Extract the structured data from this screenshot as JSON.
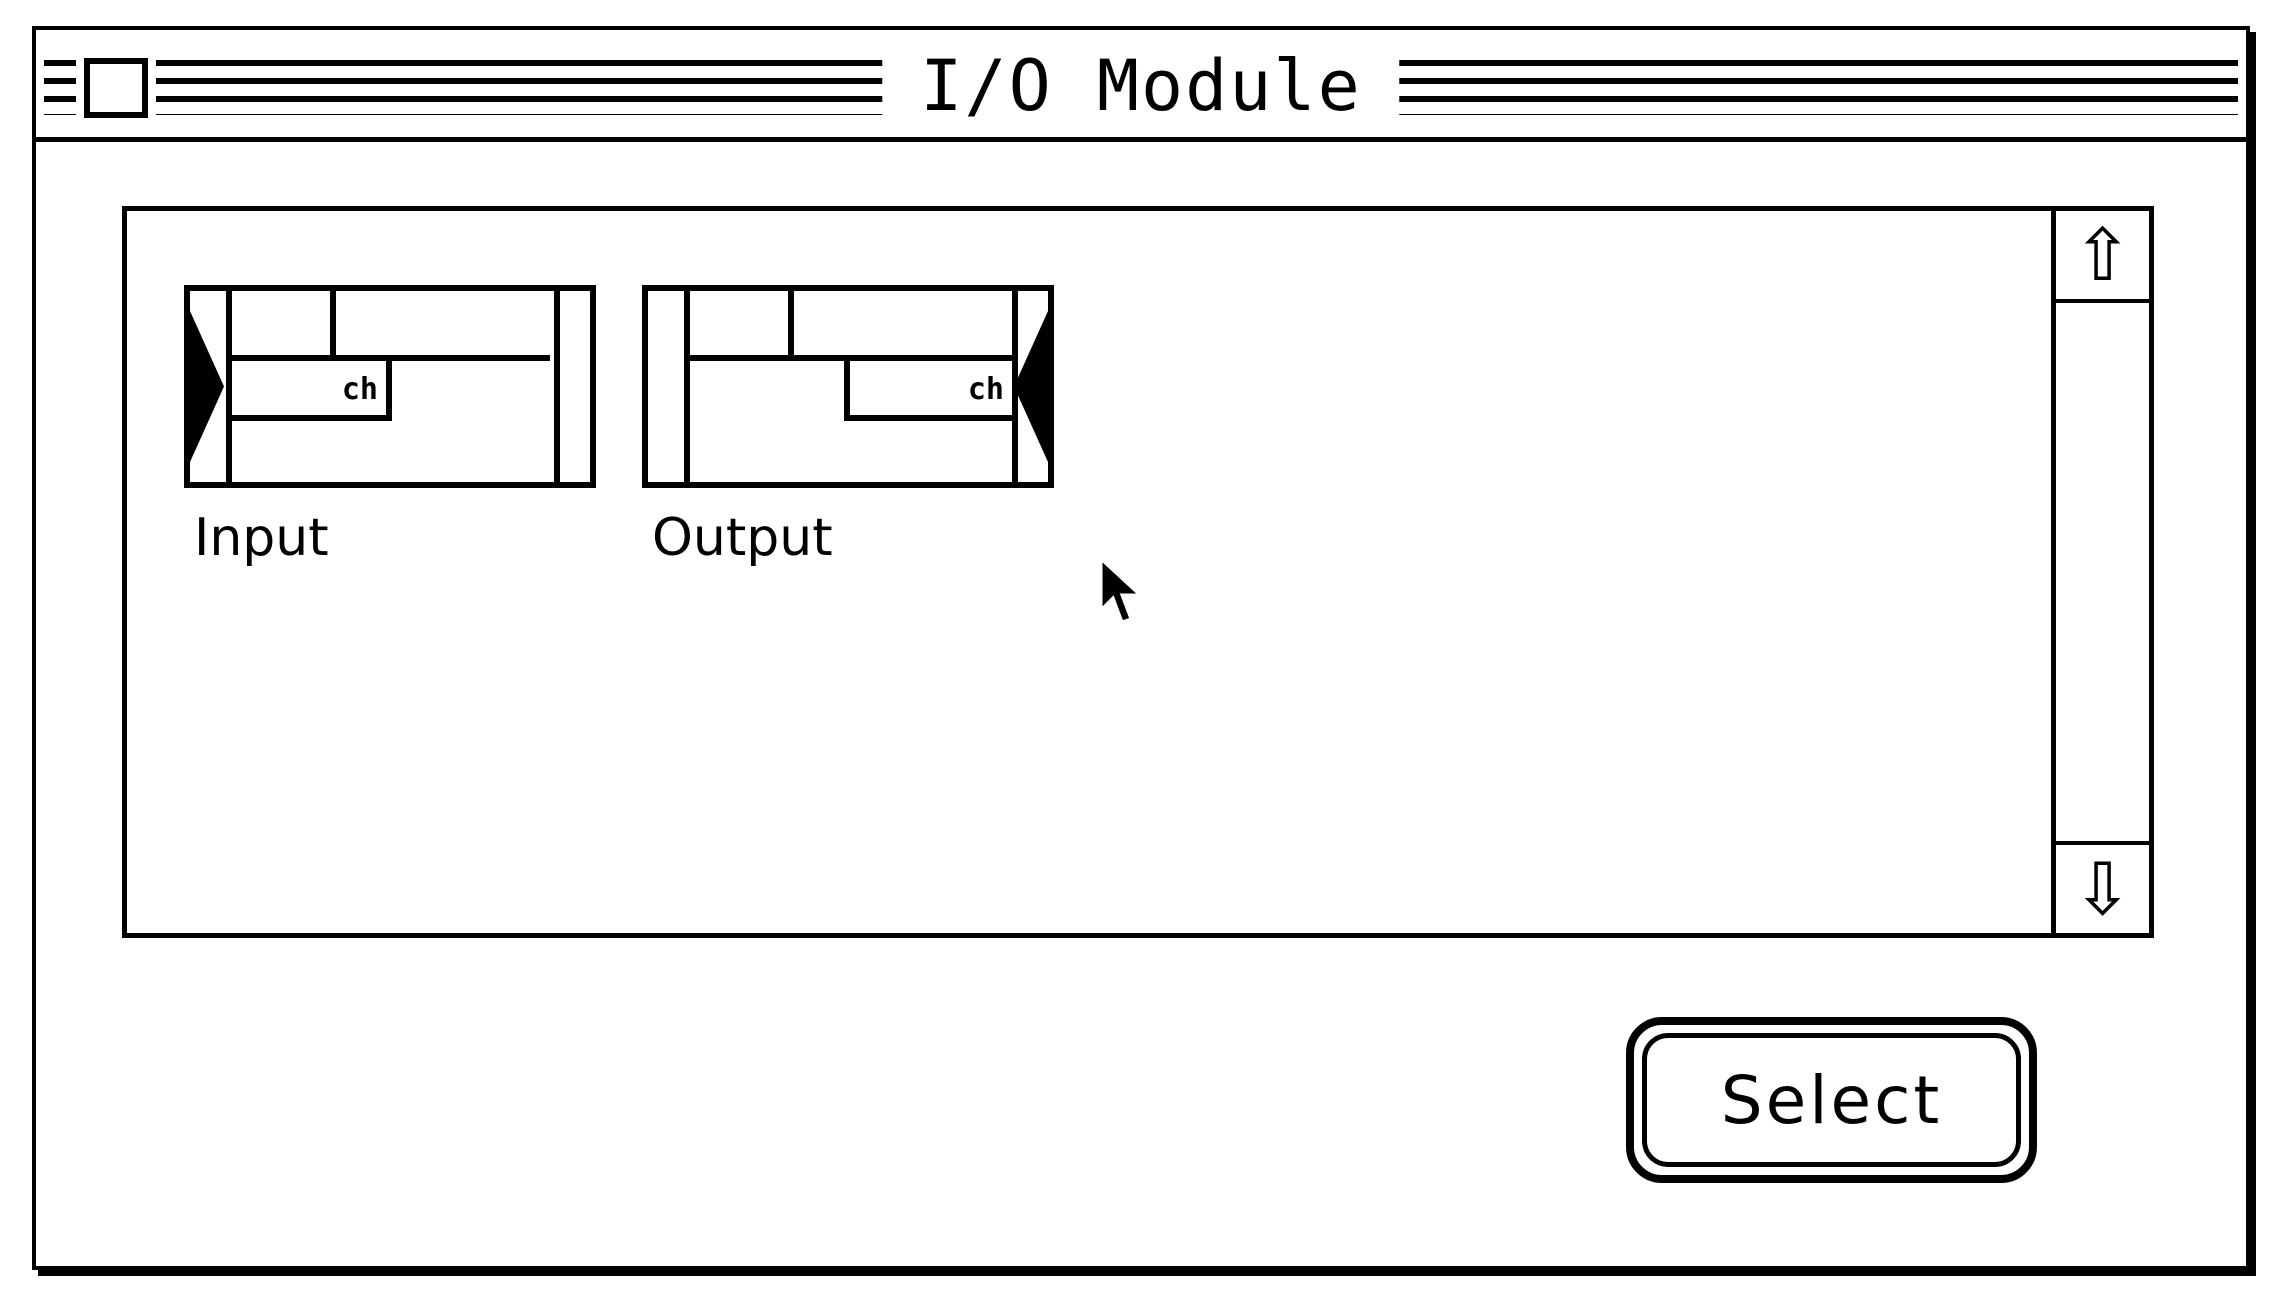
{
  "window": {
    "title": "I/O Module"
  },
  "modules": [
    {
      "label": "Input",
      "badge": "ch"
    },
    {
      "label": "Output",
      "badge": "ch"
    }
  ],
  "scrollbar": {
    "up_icon": "⇧",
    "down_icon": "⇩"
  },
  "buttons": {
    "select": "Select"
  }
}
